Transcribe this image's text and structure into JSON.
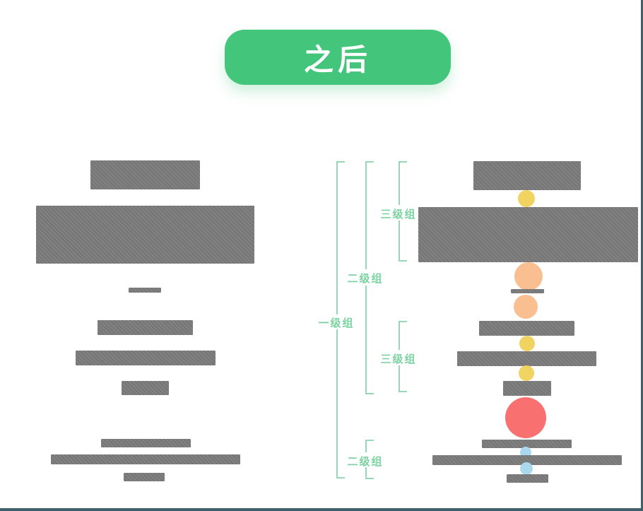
{
  "badge": {
    "label": "之后"
  },
  "annotations": {
    "level3_upper": "三级组",
    "level2_upper": "二级组",
    "level1": "一级组",
    "level3_lower": "三级组",
    "level2_lower": "二级组"
  },
  "colors": {
    "badge_green": "#43c57c",
    "block_gray": "#7a7a7a",
    "bracket_line_green": "#96d8b6",
    "bracket_label_green": "#7dd3a2",
    "dot_yellow": "#f0d360",
    "dot_orange": "#f9bf90",
    "dot_red": "#f97070",
    "dot_blue": "#aad8ef",
    "frame_border": "#3f5f6b"
  }
}
